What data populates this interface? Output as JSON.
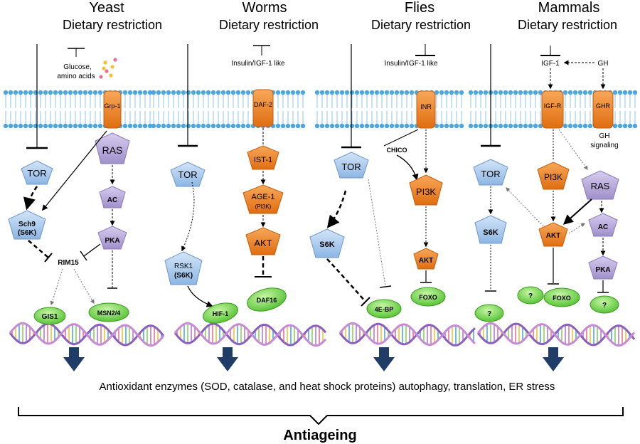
{
  "panels": [
    {
      "organism": "Yeast",
      "stimulus": "Dietary restriction"
    },
    {
      "organism": "Worms",
      "stimulus": "Dietary restriction"
    },
    {
      "organism": "Flies",
      "stimulus": "Dietary restriction"
    },
    {
      "organism": "Mammals",
      "stimulus": "Dietary restriction"
    }
  ],
  "inputs": {
    "yeast_nutrients_1": "Glucose,",
    "yeast_nutrients_2": "amino acids",
    "worms": "Insulin/IGF-1 like",
    "flies": "Insulin/IGF-1 like",
    "mammals_igf": "IGF-1",
    "mammals_gh": "GH",
    "gh_signaling_1": "GH",
    "gh_signaling_2": "signaling"
  },
  "receptors": {
    "yeast": "Grp-1",
    "worms": "DAF-2",
    "flies": "INR",
    "mammals_igf": "IGF-R",
    "mammals_gh": "GHR"
  },
  "nodes": {
    "yeast_tor": "TOR",
    "yeast_ras": "RAS",
    "yeast_ac": "AC",
    "yeast_pka": "PKA",
    "yeast_sch9_1": "Sch9",
    "yeast_sch9_2": "(S6K)",
    "yeast_rim15": "RIM15",
    "worms_tor": "TOR",
    "worms_ist1": "IST-1",
    "worms_age1_1": "AGE-1",
    "worms_age1_2": "(PI3K)",
    "worms_akt": "AKT",
    "worms_rsk1_1": "RSK1",
    "worms_rsk1_2": "(S6K)",
    "flies_tor": "TOR",
    "flies_chico": "CHICO",
    "flies_pi3k": "PI3K",
    "flies_akt": "AKT",
    "flies_s6k": "S6K",
    "mammals_tor": "TOR",
    "mammals_pi3k": "PI3K",
    "mammals_ras": "RAS",
    "mammals_akt": "AKT",
    "mammals_ac": "AC",
    "mammals_s6k": "S6K",
    "mammals_pka": "PKA"
  },
  "transcription_factors": {
    "yeast_gis1": "GIS1",
    "yeast_msn": "MSN2/4",
    "worms_hif1": "HIF-1",
    "worms_daf16": "DAF16",
    "flies_4ebp": "4E-BP",
    "flies_foxo": "FOXO",
    "mammals_q1": "?",
    "mammals_q2": "?",
    "mammals_foxo": "FOXO",
    "mammals_q3": "?"
  },
  "outcome_text": "Antioxidant enzymes (SOD, catalase, and heat shock proteins) autophagy, translation, ER stress",
  "conclusion": "Antiageing",
  "colors": {
    "blue_node": "#a9c8ec",
    "orange_node": "#f08a24",
    "purple_node": "#b7a9d9",
    "green_tf": "#7ed957",
    "membrane": "#4da6df",
    "arrow_dark": "#1f3d66",
    "nutrient_pink": "#e8709a",
    "nutrient_yellow": "#f2c230"
  }
}
